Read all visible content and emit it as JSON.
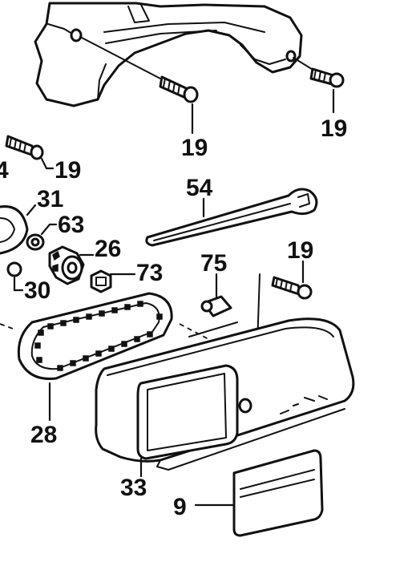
{
  "parts": {
    "screw_top_left": "19",
    "screw_top_right": "19",
    "screw_left": "19",
    "cut_label": "4",
    "part_31": "31",
    "part_63": "63",
    "part_26": "26",
    "part_73": "73",
    "part_30": "30",
    "part_54": "54",
    "part_75": "75",
    "screw_mid_right": "19",
    "part_28": "28",
    "part_33": "33",
    "part_9": "9"
  },
  "colors": {
    "ink": "#111111",
    "paper": "#ffffff"
  }
}
